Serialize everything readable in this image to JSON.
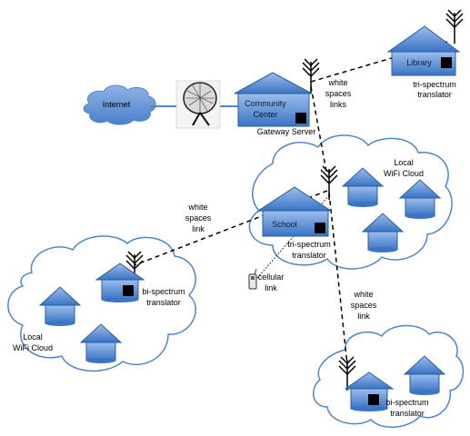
{
  "nodes": {
    "internet": "Internet",
    "community_center": [
      "Community",
      "Center"
    ],
    "gateway_server": "Gateway Server",
    "library": "Library",
    "library_translator": [
      "tri-spectrum",
      "translator"
    ],
    "school": "School",
    "school_translator": [
      "tri-spectrum",
      "translator"
    ],
    "left_translator": [
      "bi-spectrum",
      "translator"
    ],
    "bottom_translator": [
      "bi-spectrum",
      "translator"
    ]
  },
  "clouds": {
    "right_top": [
      "Local",
      "WiFi Cloud"
    ],
    "left": [
      "Local",
      "WiFi Cloud"
    ]
  },
  "links": {
    "white_spaces_links": [
      "white",
      "spaces",
      "links"
    ],
    "white_spaces_link_left": [
      "white",
      "spaces",
      "link"
    ],
    "white_spaces_link_bottom": [
      "white",
      "spaces",
      "link"
    ],
    "cellular_link": [
      "cellular",
      "link"
    ]
  },
  "colors": {
    "house_fill_top": "#8fb3e6",
    "house_fill_bottom": "#3a74c4",
    "house_stroke": "#2c5d9e",
    "cloud_stroke": "#4f86c6",
    "line": "#4f86c6"
  }
}
